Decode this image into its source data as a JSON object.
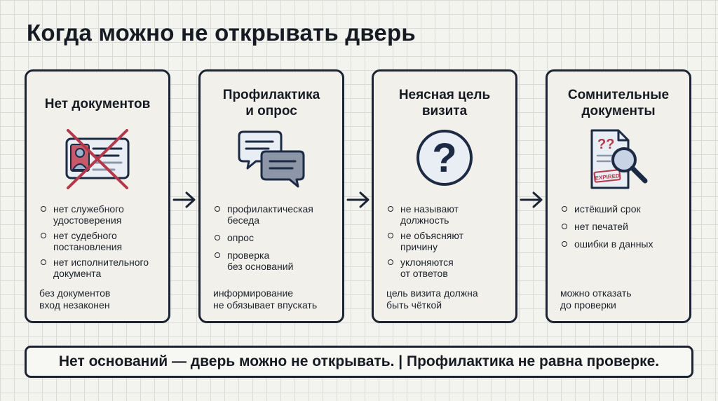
{
  "title": "Когда можно не открывать дверь",
  "cards": [
    {
      "title_lines": [
        "Нет документов"
      ],
      "icon": "crossed-id-card-icon",
      "bullets": [
        [
          "нет служебного",
          "удостоверения"
        ],
        [
          "нет судебного",
          "постановления"
        ],
        [
          "нет исполнительного",
          "документа"
        ]
      ],
      "footnote": [
        "без документов",
        "вход незаконен"
      ]
    },
    {
      "title_lines": [
        "Профилактика",
        "и опрос"
      ],
      "icon": "chat-bubbles-icon",
      "bullets": [
        [
          "профилактическая",
          "беседа"
        ],
        [
          "опрос"
        ],
        [
          "проверка",
          "без оснований"
        ]
      ],
      "footnote": [
        "информирование",
        "не обязывает впускать"
      ]
    },
    {
      "title_lines": [
        "Неясная цель",
        "визита"
      ],
      "icon": "question-circle-icon",
      "bullets": [
        [
          "не называют",
          "должность"
        ],
        [
          "не объясняют",
          "причину"
        ],
        [
          "уклоняются",
          "от ответов"
        ]
      ],
      "footnote": [
        "цель визита должна",
        "быть чёткой"
      ]
    },
    {
      "title_lines": [
        "Сомнительные",
        "документы"
      ],
      "icon": "document-magnifier-icon",
      "icon_text": {
        "marks": "??",
        "stamp": "EXPIRED"
      },
      "bullets": [
        [
          "истёкший срок"
        ],
        [
          "нет печатей"
        ],
        [
          "ошибки в данных"
        ]
      ],
      "footnote": [
        "можно отказать",
        "до проверки"
      ]
    }
  ],
  "banner": "Нет оснований — дверь можно не открывать. | Профилактика не равна проверке.",
  "colors": {
    "accent_red": "#b5384a",
    "navy": "#1c2a44",
    "card_bg": "#f1f0ea",
    "outline": "#1c2333"
  }
}
